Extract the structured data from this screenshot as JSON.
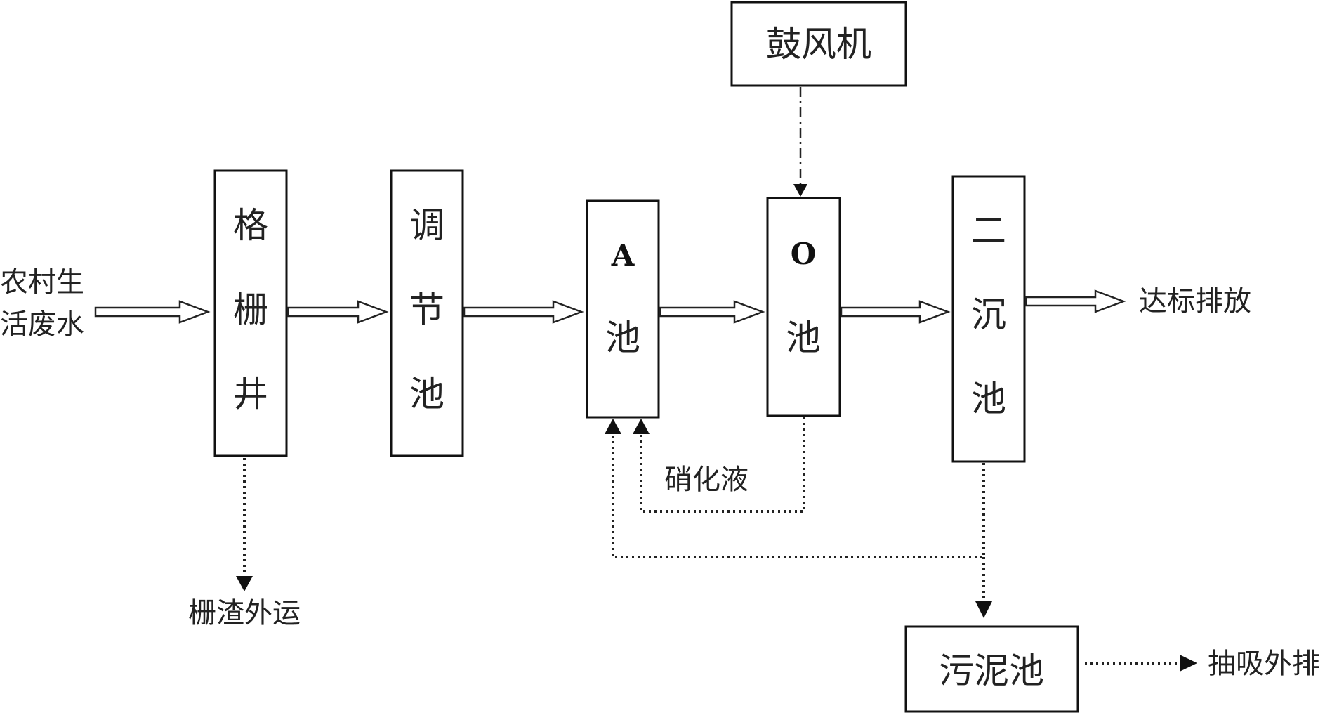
{
  "nodes": {
    "input": "农村生活废水",
    "input_line1": "农村生",
    "input_line2": "活废水",
    "grille_well": "格栅井",
    "adjust_tank": "调节池",
    "a_tank": "A池",
    "a_tank_letter": "A",
    "o_tank": "O池",
    "o_tank_letter": "O",
    "pool_char": "池",
    "secondary_settling": "二沉池",
    "blower": "鼓风机",
    "sludge_tank": "污泥池"
  },
  "labels": {
    "discharge": "达标排放",
    "nitrified_liquid": "硝化液",
    "screenings_removal": "栅渣外运",
    "suction_discharge": "抽吸外排"
  },
  "colors": {
    "line": "#222222",
    "box_border": "#111111",
    "background": "#ffffff"
  }
}
